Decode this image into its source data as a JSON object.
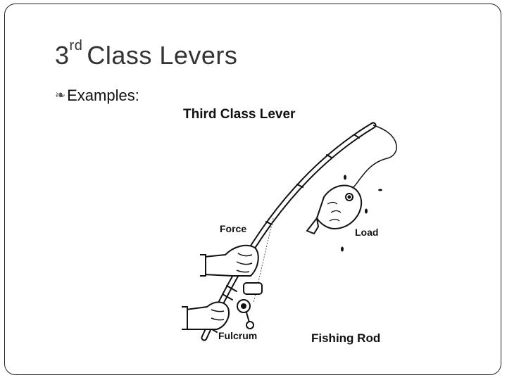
{
  "slide": {
    "title_number": "3",
    "title_superscript": "rd",
    "title_rest": "Class Levers",
    "bullet_text": "Examples:"
  },
  "figure": {
    "heading": "Third Class Lever",
    "labels": {
      "force": "Force",
      "load": "Load",
      "fulcrum": "Fulcrum",
      "caption": "Fishing Rod"
    }
  }
}
